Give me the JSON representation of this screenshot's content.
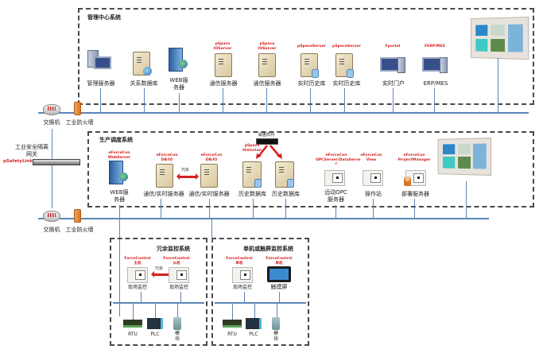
{
  "zones": {
    "management": {
      "title": "管理中心系统"
    },
    "production": {
      "title": "生产调度系统"
    },
    "redundant": {
      "title": "冗余监控系统"
    },
    "standalone": {
      "title": "单机或触屏监控系统"
    }
  },
  "management_devices": [
    {
      "label": "管理服务器",
      "tag": "",
      "icon": "workstation-icon"
    },
    {
      "label": "关系数据库",
      "tag": "",
      "icon": "database-server-icon"
    },
    {
      "label": "WEB服\n务器",
      "tag": "",
      "icon": "web-server-icon"
    },
    {
      "label": "通信服务器",
      "tag": "pSpace\nIOServer",
      "icon": "server-icon"
    },
    {
      "label": "通信服务器",
      "tag": "pSpace\nIOServer",
      "icon": "server-icon"
    },
    {
      "label": "实时历史库",
      "tag": "pSpaceServer",
      "icon": "database-server-icon"
    },
    {
      "label": "实时历史库",
      "tag": "pSpaceServer",
      "icon": "database-server-icon"
    },
    {
      "label": "实时门户",
      "tag": "Fportal",
      "icon": "desktop-pc-icon"
    },
    {
      "label": "ERP/MES",
      "tag": "FERP/MES",
      "icon": "desktop-pc-icon"
    }
  ],
  "production_devices": [
    {
      "label": "WEB服\n务器",
      "tag": "eForceCon\nWebServer",
      "icon": "web-server-icon"
    },
    {
      "label": "通信/实时服务器",
      "tag": "eForceCon\nDB/IO",
      "icon": "server-icon"
    },
    {
      "label": "通信/实时服务器",
      "tag": "eForceCon\nDB/IO",
      "icon": "server-icon"
    },
    {
      "label": "历史数据库",
      "tag": "pSpace\nHistorian",
      "icon": "database-server-icon"
    },
    {
      "label": "历史数据库",
      "tag": "",
      "icon": "database-server-icon"
    },
    {
      "label": "远动OPC\n服务器",
      "tag": "eForceCon\nOPCServer/DataServe\nr",
      "icon": "station-icon"
    },
    {
      "label": "操作站",
      "tag": "eForceCon\nView",
      "icon": "station-icon"
    },
    {
      "label": "部署服务器",
      "tag": "eForceCon\nProjectManager",
      "icon": "station-user-icon"
    }
  ],
  "production_misc": {
    "redundant_label": "冗余",
    "disk_array_label": "磁盘阵列"
  },
  "network": {
    "switch_label": "交换机",
    "firewall_label": "工业防火墙",
    "gateway_label": "工业安全隔离\n网关",
    "gateway_tag": "pSafetyLink"
  },
  "redundant_devices": [
    {
      "label": "现场监控",
      "tag": "ForceControl\n主机"
    },
    {
      "label": "现场监控",
      "tag": "ForceControl\n从机"
    }
  ],
  "redundant_misc": {
    "redundant_label": "冗余"
  },
  "standalone_devices": [
    {
      "label": "现场监控",
      "tag": "ForceControl\n单机"
    },
    {
      "label": "触摸屏",
      "tag": "ForceControl\n单机"
    }
  ],
  "field_devices": [
    "RTU",
    "PLC",
    "模\n块"
  ]
}
